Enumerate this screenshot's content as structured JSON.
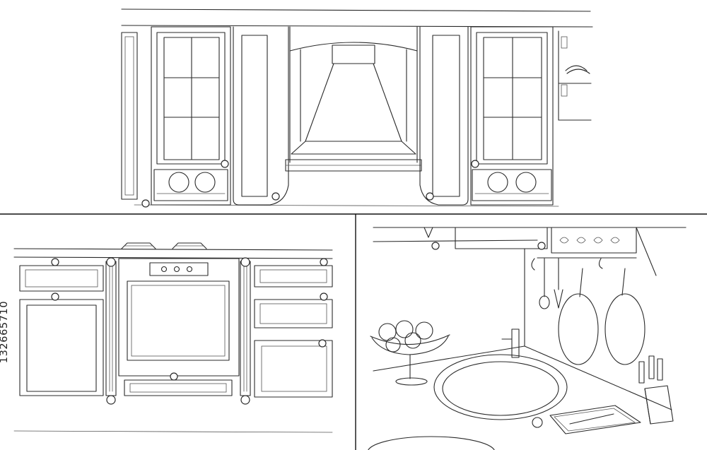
{
  "stock_id": "132665710",
  "panels": [
    {
      "id": "hood-wall",
      "subject": "range-hood-cabinets"
    },
    {
      "id": "oven-wall",
      "subject": "built-in-oven-cabinets"
    },
    {
      "id": "sink-corner",
      "subject": "sink-utensils-corner"
    }
  ],
  "colors": {
    "ink": "#2a2a2a",
    "paper": "#ffffff"
  }
}
